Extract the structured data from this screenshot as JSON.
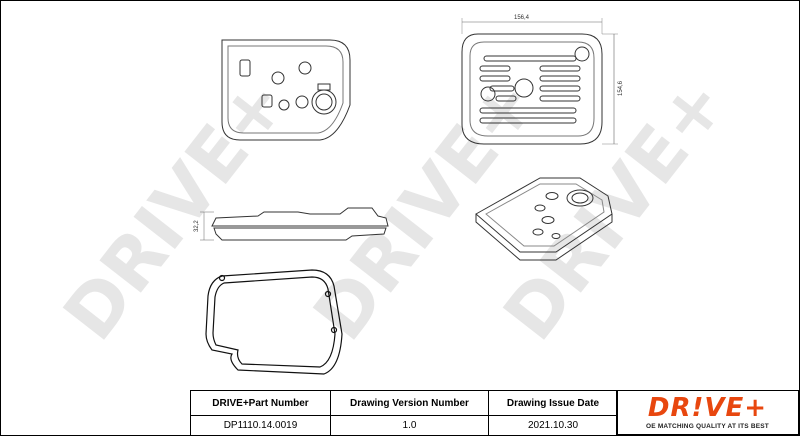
{
  "drawing": {
    "dimensions": {
      "width": "156,4",
      "height": "154,6",
      "thickness": "32,2"
    },
    "watermark": "DRIVE+"
  },
  "title_block": {
    "part_number_header": "DRIVE+Part Number",
    "part_number": "DP1110.14.0019",
    "version_header": "Drawing Version Number",
    "version": "1.0",
    "issue_date_header": "Drawing Issue Date",
    "issue_date": "2021.10.30"
  },
  "logo": {
    "name": "DR!VE+",
    "tagline": "OE MATCHING QUALITY AT ITS BEST",
    "color": "#e8470f"
  }
}
